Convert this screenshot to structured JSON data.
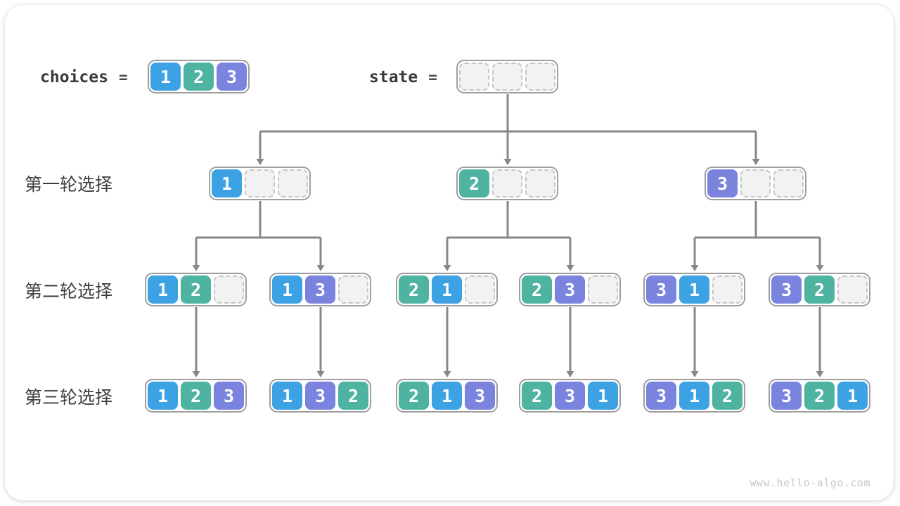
{
  "page": {
    "watermark": "www.hello-algo.com"
  },
  "colors": {
    "1": "#3da2e4",
    "2": "#4fb3a1",
    "3": "#7a84de",
    "empty_fill": "#f2f2f2",
    "node_border": "#9e9e9e",
    "arrow": "#878787"
  },
  "header": {
    "choices": {
      "label": "choices",
      "equals": "=",
      "values": [
        1,
        2,
        3
      ]
    },
    "state": {
      "label": "state",
      "equals": "=",
      "slots": 3
    }
  },
  "rows": [
    {
      "label": "第一轮选择",
      "nodes": [
        [
          1,
          null,
          null
        ],
        [
          2,
          null,
          null
        ],
        [
          3,
          null,
          null
        ]
      ]
    },
    {
      "label": "第二轮选择",
      "nodes": [
        [
          1,
          2,
          null
        ],
        [
          1,
          3,
          null
        ],
        [
          2,
          1,
          null
        ],
        [
          2,
          3,
          null
        ],
        [
          3,
          1,
          null
        ],
        [
          3,
          2,
          null
        ]
      ]
    },
    {
      "label": "第三轮选择",
      "nodes": [
        [
          1,
          2,
          3
        ],
        [
          1,
          3,
          2
        ],
        [
          2,
          1,
          3
        ],
        [
          2,
          3,
          1
        ],
        [
          3,
          1,
          2
        ],
        [
          3,
          2,
          1
        ]
      ]
    }
  ]
}
